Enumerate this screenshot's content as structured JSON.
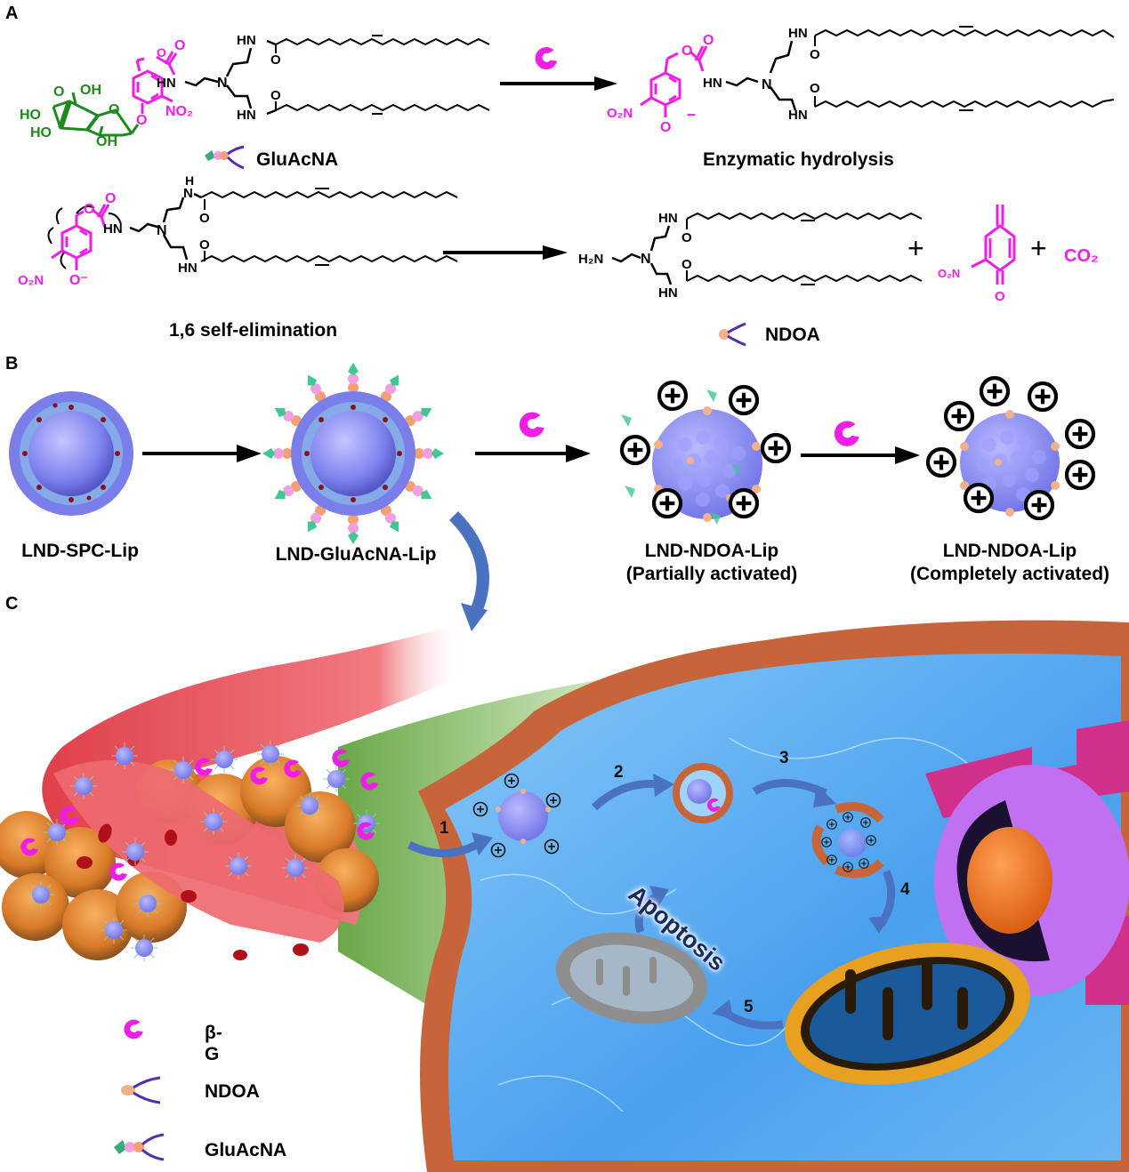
{
  "panels": {
    "a": {
      "letter": "A",
      "reaction1": {
        "reactant_name": "GluAcNA",
        "product_caption": "Enzymatic hydrolysis",
        "reactant_labels": {
          "carboxyl_o": "O",
          "carboxyl_oh": "OH",
          "ring_o": "O",
          "ho1": "HO",
          "ho2": "HO",
          "oh3": "OH",
          "glyco_o": "O",
          "nitro": "NO₂",
          "carbamate_o1": "O",
          "carbamate_o2": "O",
          "hn_carbamate": "HN",
          "n_central": "N",
          "hn_top": "HN",
          "hn_bottom": "HN",
          "amide_o_top": "O",
          "amide_o_bottom": "O"
        },
        "product_labels": {
          "nitro": "O₂N",
          "phenolate_o": "O",
          "charge": "–",
          "carbamate_o1": "O",
          "carbamate_o2": "O",
          "hn_carbamate": "HN",
          "n_central": "N",
          "hn_top": "HN",
          "hn_bottom": "HN",
          "amide_o_top": "O",
          "amide_o_bottom": "O"
        }
      },
      "reaction2": {
        "reactant_caption": "1,6 self-elimination",
        "product_name": "NDOA",
        "reactant_labels": {
          "nitro": "O₂N",
          "phenolate": "O⁻",
          "carbamate_o1": "O",
          "carbamate_o2": "O",
          "hn_carbamate": "HN",
          "n_central": "N",
          "h_top": "H",
          "n_top": "N",
          "hn_bottom": "HN",
          "amide_o_top": "O",
          "amide_o_bottom": "O"
        },
        "product_labels": {
          "amine": "H₂N",
          "n_central": "N",
          "hn_top": "HN",
          "hn_bottom": "HN",
          "amide_o_top": "O",
          "amide_o_bottom": "O",
          "plus1": "+",
          "quinone_nitro": "O₂N",
          "quinone_o": "O",
          "plus2": "+",
          "co2": "CO₂"
        }
      }
    },
    "b": {
      "letter": "B",
      "stages": [
        {
          "label": "LND-SPC-Lip",
          "sublabel": ""
        },
        {
          "label": "LND-GluAcNA-Lip",
          "sublabel": ""
        },
        {
          "label": "LND-NDOA-Lip",
          "sublabel": "(Partially activated)"
        },
        {
          "label": "LND-NDOA-Lip",
          "sublabel": "(Completely activated)"
        }
      ],
      "charge_symbol": "+"
    },
    "c": {
      "letter": "C",
      "steps": [
        "1",
        "2",
        "3",
        "4",
        "5"
      ],
      "apoptosis_label": "Apoptosis",
      "charge_symbol": "+"
    }
  },
  "legend": [
    {
      "icon": "beta-glucuronidase-enzyme-icon",
      "label": "β-G"
    },
    {
      "icon": "ndoa-lipid-icon",
      "label": "NDOA"
    },
    {
      "icon": "gluacna-lipid-icon",
      "label": "GluAcNA"
    }
  ],
  "colors": {
    "enzyme": "#ee1ee6",
    "glucuronide": "#1e8a1e",
    "arrow_blue": "#4a72c0",
    "liposome": "#8a8cf0",
    "vessel": "#e8505a",
    "cytoplasm": "#4aa8f0",
    "membrane": "#c8643a",
    "mito_active": "#e8a020",
    "mito_dead": "#9a9a9a",
    "nucleus_envelope": "#c070f0",
    "er": "#d0308a"
  }
}
